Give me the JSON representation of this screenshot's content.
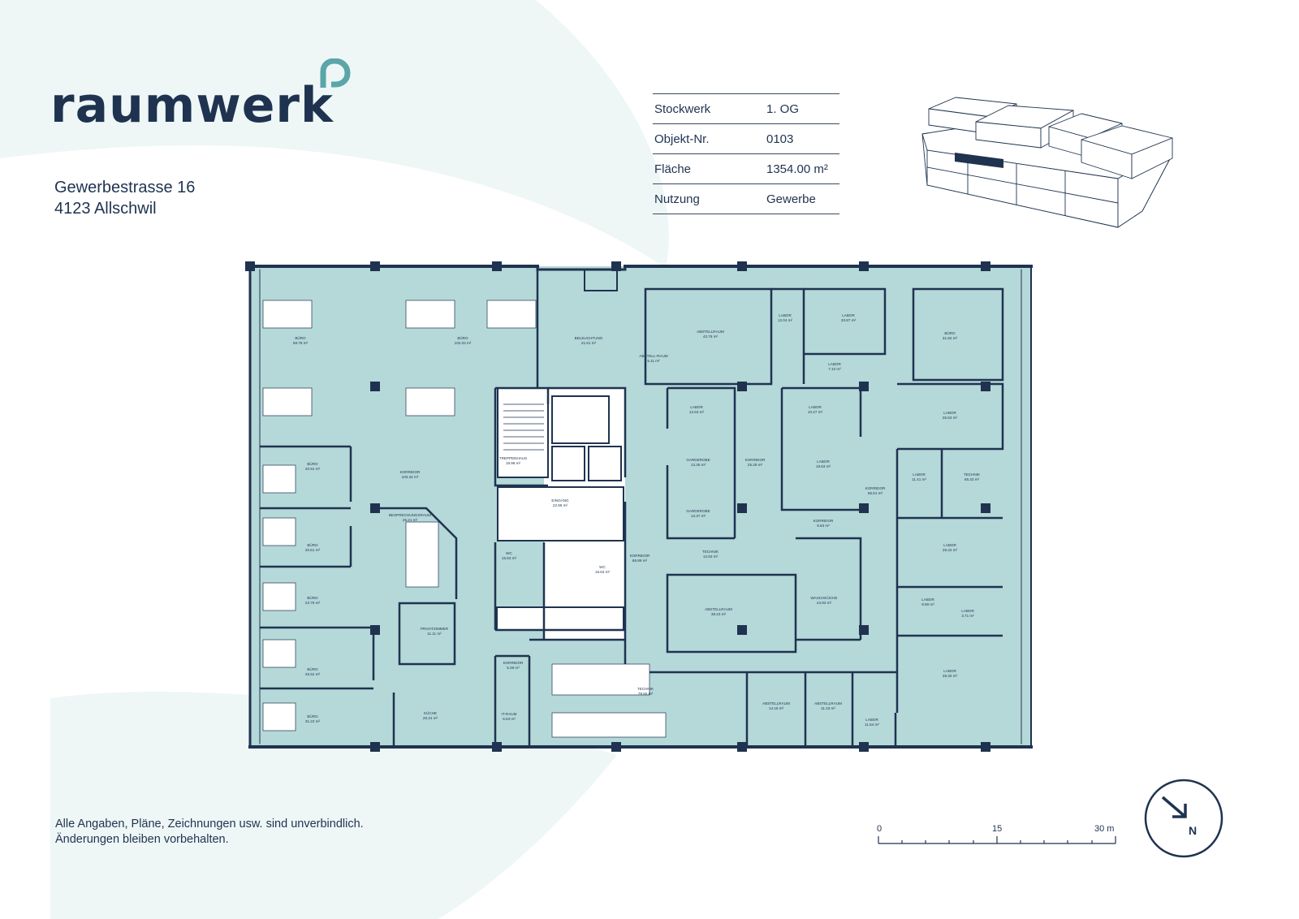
{
  "brand": {
    "name": "raumwerk"
  },
  "address": {
    "street": "Gewerbestrasse 16",
    "city": "4123 Allschwil"
  },
  "info": {
    "rows": [
      {
        "label": "Stockwerk",
        "value": "1. OG"
      },
      {
        "label": "Objekt-Nr.",
        "value": "0103"
      },
      {
        "label": "Fläche",
        "value": "1354.00 m²"
      },
      {
        "label": "Nutzung",
        "value": "Gewerbe"
      }
    ]
  },
  "rooms": [
    {
      "name": "BÜRO",
      "area": "58.78 m²"
    },
    {
      "name": "BÜRO",
      "area": "102.03 m²"
    },
    {
      "name": "BELEUCHTUNG",
      "area": "21.61 m²"
    },
    {
      "name": "ABSTELLRAUM",
      "area": "43.76 m²"
    },
    {
      "name": "ABSTELL-RAUM",
      "area": "5.11 m²"
    },
    {
      "name": "LABOR",
      "area": "12.04 m²"
    },
    {
      "name": "LABOR",
      "area": "20.87 m²"
    },
    {
      "name": "LABOR",
      "area": "7.10 m²"
    },
    {
      "name": "BÜRO",
      "area": "31.82 m²"
    },
    {
      "name": "LABOR",
      "area": "12.63 m²"
    },
    {
      "name": "LABOR",
      "area": "10.27 m²"
    },
    {
      "name": "LABOR",
      "area": "25.53 m²"
    },
    {
      "name": "TREPPENHAUS",
      "area": "18.98 m²"
    },
    {
      "name": "GARDEROBE",
      "area": "13.35 m²"
    },
    {
      "name": "KORRIDOR",
      "area": "25.29 m²"
    },
    {
      "name": "LABOR",
      "area": "19.63 m²"
    },
    {
      "name": "LABOR",
      "area": "11.41 m²"
    },
    {
      "name": "TECHNIK",
      "area": "65.33 m²"
    },
    {
      "name": "BÜRO",
      "area": "20.91 m²"
    },
    {
      "name": "KORRIDOR",
      "area": "103.34 m²"
    },
    {
      "name": "KORRIDOR",
      "area": "66.61 m²"
    },
    {
      "name": "EINGANG",
      "area": "22.96 m²"
    },
    {
      "name": "GARDEROBE",
      "area": "13.37 m²"
    },
    {
      "name": "KORRIDOR",
      "area": "9.63 m²"
    },
    {
      "name": "BESPRECHUNGSRAUM",
      "area": "25.21 m²"
    },
    {
      "name": "BÜRO",
      "area": "20.61 m²"
    },
    {
      "name": "WC",
      "area": "15.63 m²"
    },
    {
      "name": "WC",
      "area": "15.63 m²"
    },
    {
      "name": "KORRIDOR",
      "area": "86.89 m²"
    },
    {
      "name": "TECHNIK",
      "area": "12.83 m²"
    },
    {
      "name": "LABOR",
      "area": "29.42 m²"
    },
    {
      "name": "BÜRO",
      "area": "23.76 m²"
    },
    {
      "name": "ABSTELLRAUM",
      "area": "38.23 m²"
    },
    {
      "name": "WASCHKÜCHE",
      "area": "24.93 m²"
    },
    {
      "name": "LABOR",
      "area": "9.90 m²"
    },
    {
      "name": "LABOR",
      "area": "3.71 m²"
    },
    {
      "name": "PRIVATZIMMER",
      "area": "11.11 m²"
    },
    {
      "name": "BÜRO",
      "area": "26.52 m²"
    },
    {
      "name": "KORRIDOR",
      "area": "5.39 m²"
    },
    {
      "name": "LABOR",
      "area": "28.30 m²"
    },
    {
      "name": "TECHNIK",
      "area": "79.55 m²"
    },
    {
      "name": "BÜRO",
      "area": "31.22 m²"
    },
    {
      "name": "KÜCHE",
      "area": "26.31 m²"
    },
    {
      "name": "IT-RAUM",
      "area": "6.53 m²"
    },
    {
      "name": "ABSTELLRAUM",
      "area": "14.15 m²"
    },
    {
      "name": "ABSTELLRAUM",
      "area": "11.23 m²"
    },
    {
      "name": "LABOR",
      "area": "11.54 m²"
    }
  ],
  "scale": {
    "labels": [
      "0",
      "15",
      "30 m"
    ]
  },
  "compass": {
    "label": "N"
  },
  "disclaimer": {
    "line1": "Alle Angaben, Pläne, Zeichnungen usw. sind unverbindlich.",
    "line2": "Änderungen bleiben vorbehalten."
  },
  "colors": {
    "brand": "#1f3350",
    "accent": "#5aa6a8",
    "room_fill": "#b5d8d8",
    "background_shape": "#eef6f6"
  }
}
